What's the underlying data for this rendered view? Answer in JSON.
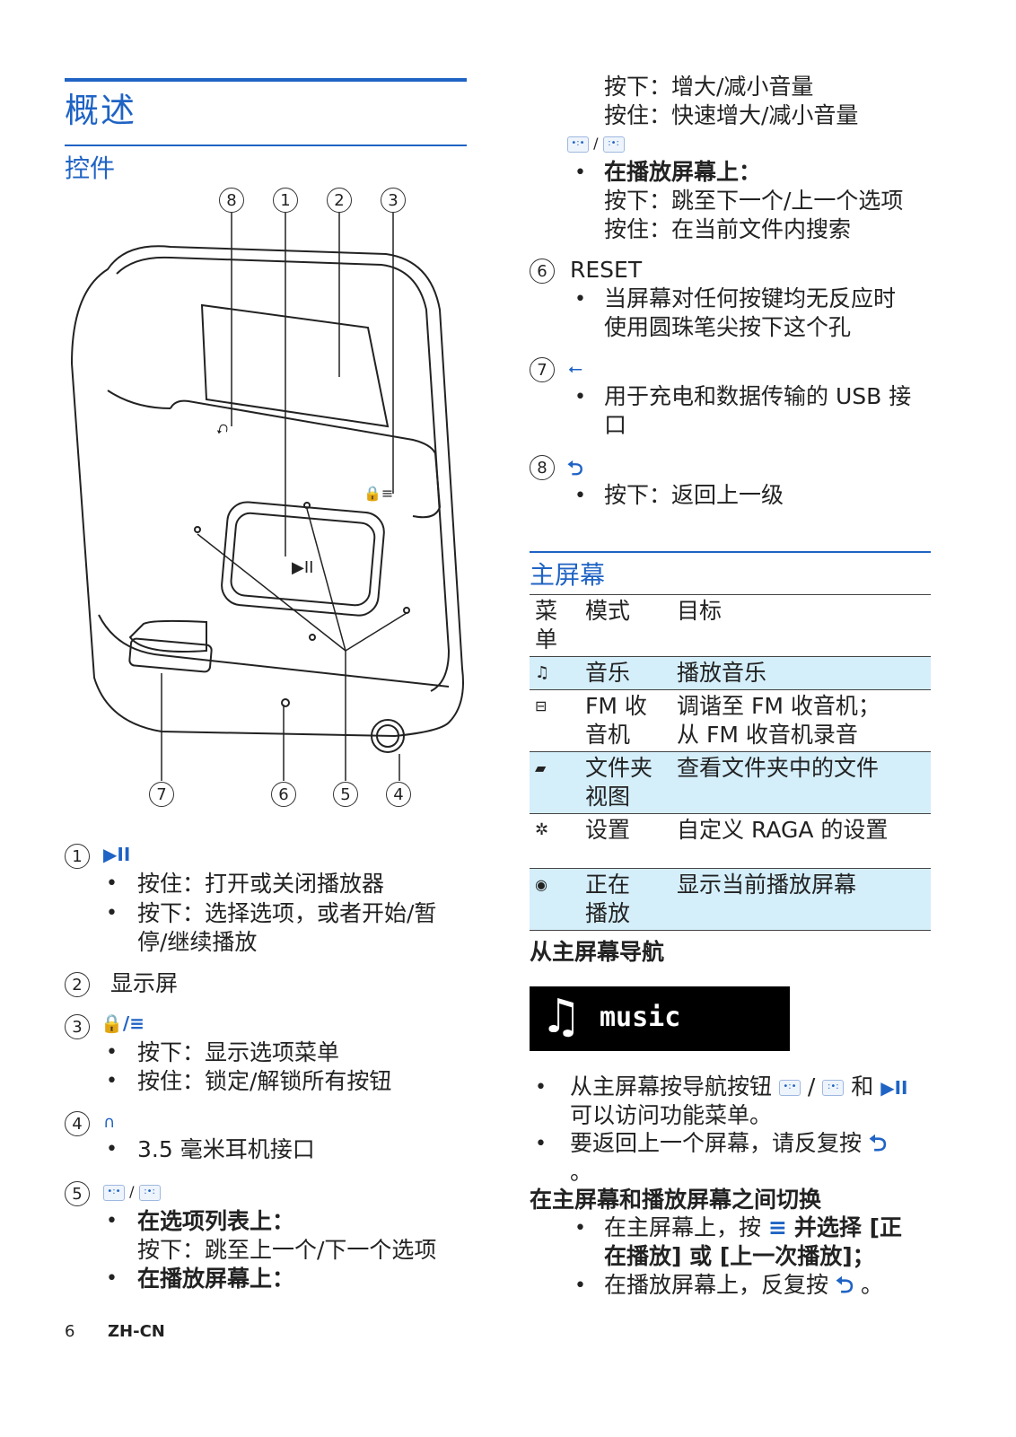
{
  "left": {
    "title": "概述",
    "section_controls": "控件",
    "diagram_callouts_top": [
      "8",
      "1",
      "2",
      "3"
    ],
    "diagram_callouts_bottom": [
      "7",
      "6",
      "5",
      "4"
    ],
    "items": {
      "i1_num": "1",
      "i1_b1": "按住：打开或关闭播放器",
      "i1_b2a": "按下：选择选项，或者开始/暂",
      "i1_b2b": "停/继续播放",
      "i2_num": "2",
      "i2_label": "显示屏",
      "i3_num": "3",
      "i3_b1": "按下：显示选项菜单",
      "i3_b2": "按住：锁定/解锁所有按钮",
      "i4_num": "4",
      "i4_b1": "3.5 毫米耳机接口",
      "i5_num": "5",
      "i5_b1": "在选项列表上：",
      "i5_b1_sub": "按下：跳至上一个/下一个选项",
      "i5_b2": "在播放屏幕上："
    },
    "footer_page": "6",
    "footer_lang": "ZH-CN"
  },
  "right": {
    "c5_l1": "按下：增大/减小音量",
    "c5_l2": "按住：快速增大/减小音量",
    "c5_b3": "在播放屏幕上：",
    "c5_b3_l1": "按下：跳至下一个/上一个选项",
    "c5_b3_l2": "按住：在当前文件内搜索",
    "i6_num": "6",
    "i6_label": "RESET",
    "i6_b1a": "当屏幕对任何按键均无反应时",
    "i6_b1b": "使用圆珠笔尖按下这个孔",
    "i7_num": "7",
    "i7_b1a": "用于充电和数据传输的 USB 接",
    "i7_b1b": "口",
    "i8_num": "8",
    "i8_b1": "按下：返回上一级",
    "home_title": "主屏幕",
    "table": {
      "header": [
        "菜\n单",
        "模式",
        "目标"
      ],
      "rows": [
        {
          "icon": "music-icon",
          "mode": "音乐",
          "target": "播放音乐",
          "hl": true
        },
        {
          "icon": "radio-icon",
          "mode": "FM 收\n音机",
          "target": "调谐至 FM 收音机；\n从 FM 收音机录音",
          "hl": false
        },
        {
          "icon": "folder-icon",
          "mode": "文件夹\n视图",
          "target": "查看文件夹中的文件",
          "hl": true
        },
        {
          "icon": "settings-icon",
          "mode": "设置",
          "target": "自定义 RAGA 的设置",
          "hl": false
        },
        {
          "icon": "nowplaying-icon",
          "mode": "正在\n播放",
          "target": "显示当前播放屏幕",
          "hl": true
        }
      ]
    },
    "nav_title": "从主屏幕导航",
    "music_label": "music",
    "nav_b1a": "从主屏幕按导航按钮",
    "nav_b1_and": "和",
    "nav_b1b": "可以访问功能菜单。",
    "nav_b2": "要返回上一个屏幕，请反复按",
    "nav_b2_end": "。",
    "switch_title": "在主屏幕和播放屏幕之间切换",
    "sw_b1a": "在主屏幕上，按",
    "sw_b1b": "并选择 [正",
    "sw_b1c": "在播放] 或 [上一次播放]；",
    "sw_b2": "在播放屏幕上，反复按",
    "sw_b2_end": "。"
  }
}
